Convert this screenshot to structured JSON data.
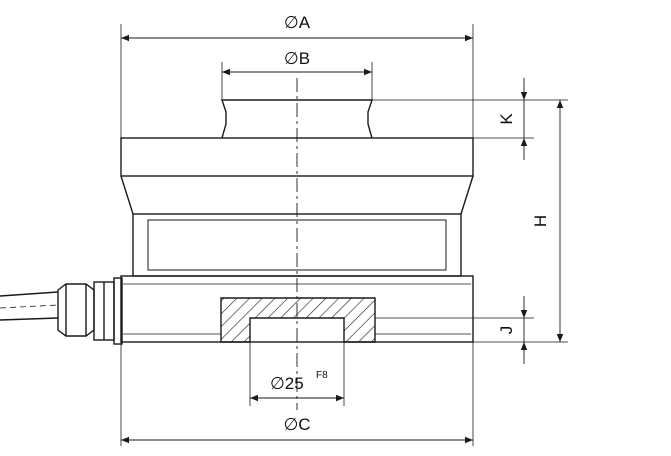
{
  "drawing": {
    "labels": {
      "dim_a": "∅A",
      "dim_b": "∅B",
      "dim_c": "∅C",
      "dim_bore": "∅25",
      "dim_bore_tolerance": "F8",
      "dim_h": "H",
      "dim_k": "K",
      "dim_j": "J"
    },
    "colors": {
      "line": "#1a1a1a",
      "hatch": "#1a1a1a",
      "background": "#ffffff"
    }
  }
}
